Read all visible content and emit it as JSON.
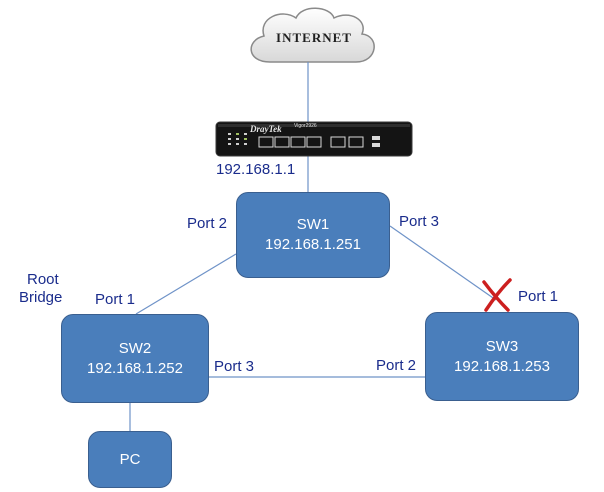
{
  "internet": {
    "label": "INTERNET"
  },
  "router": {
    "brand": "DrayTek",
    "model": "Vigor2926",
    "ip": "192.168.1.1"
  },
  "switches": {
    "sw1": {
      "name": "SW1",
      "ip": "192.168.1.251"
    },
    "sw2": {
      "name": "SW2",
      "ip": "192.168.1.252"
    },
    "sw3": {
      "name": "SW3",
      "ip": "192.168.1.253"
    }
  },
  "pc": {
    "name": "PC"
  },
  "port_labels": {
    "sw1_left": "Port 2",
    "sw1_right": "Port 3",
    "sw2_top": "Port 1",
    "sw2_right": "Port 3",
    "sw3_left": "Port 2",
    "sw3_top": "Port 1"
  },
  "root_bridge": {
    "line1": "Root",
    "line2": "Bridge"
  },
  "blocked_port_marker": {
    "icon": "red-x-icon",
    "color": "#cc1f1f"
  },
  "colors": {
    "node_fill": "#4a7ebb",
    "node_border": "#3a5f8f",
    "link": "#6f93c8",
    "label_text": "#1a2c8c"
  }
}
